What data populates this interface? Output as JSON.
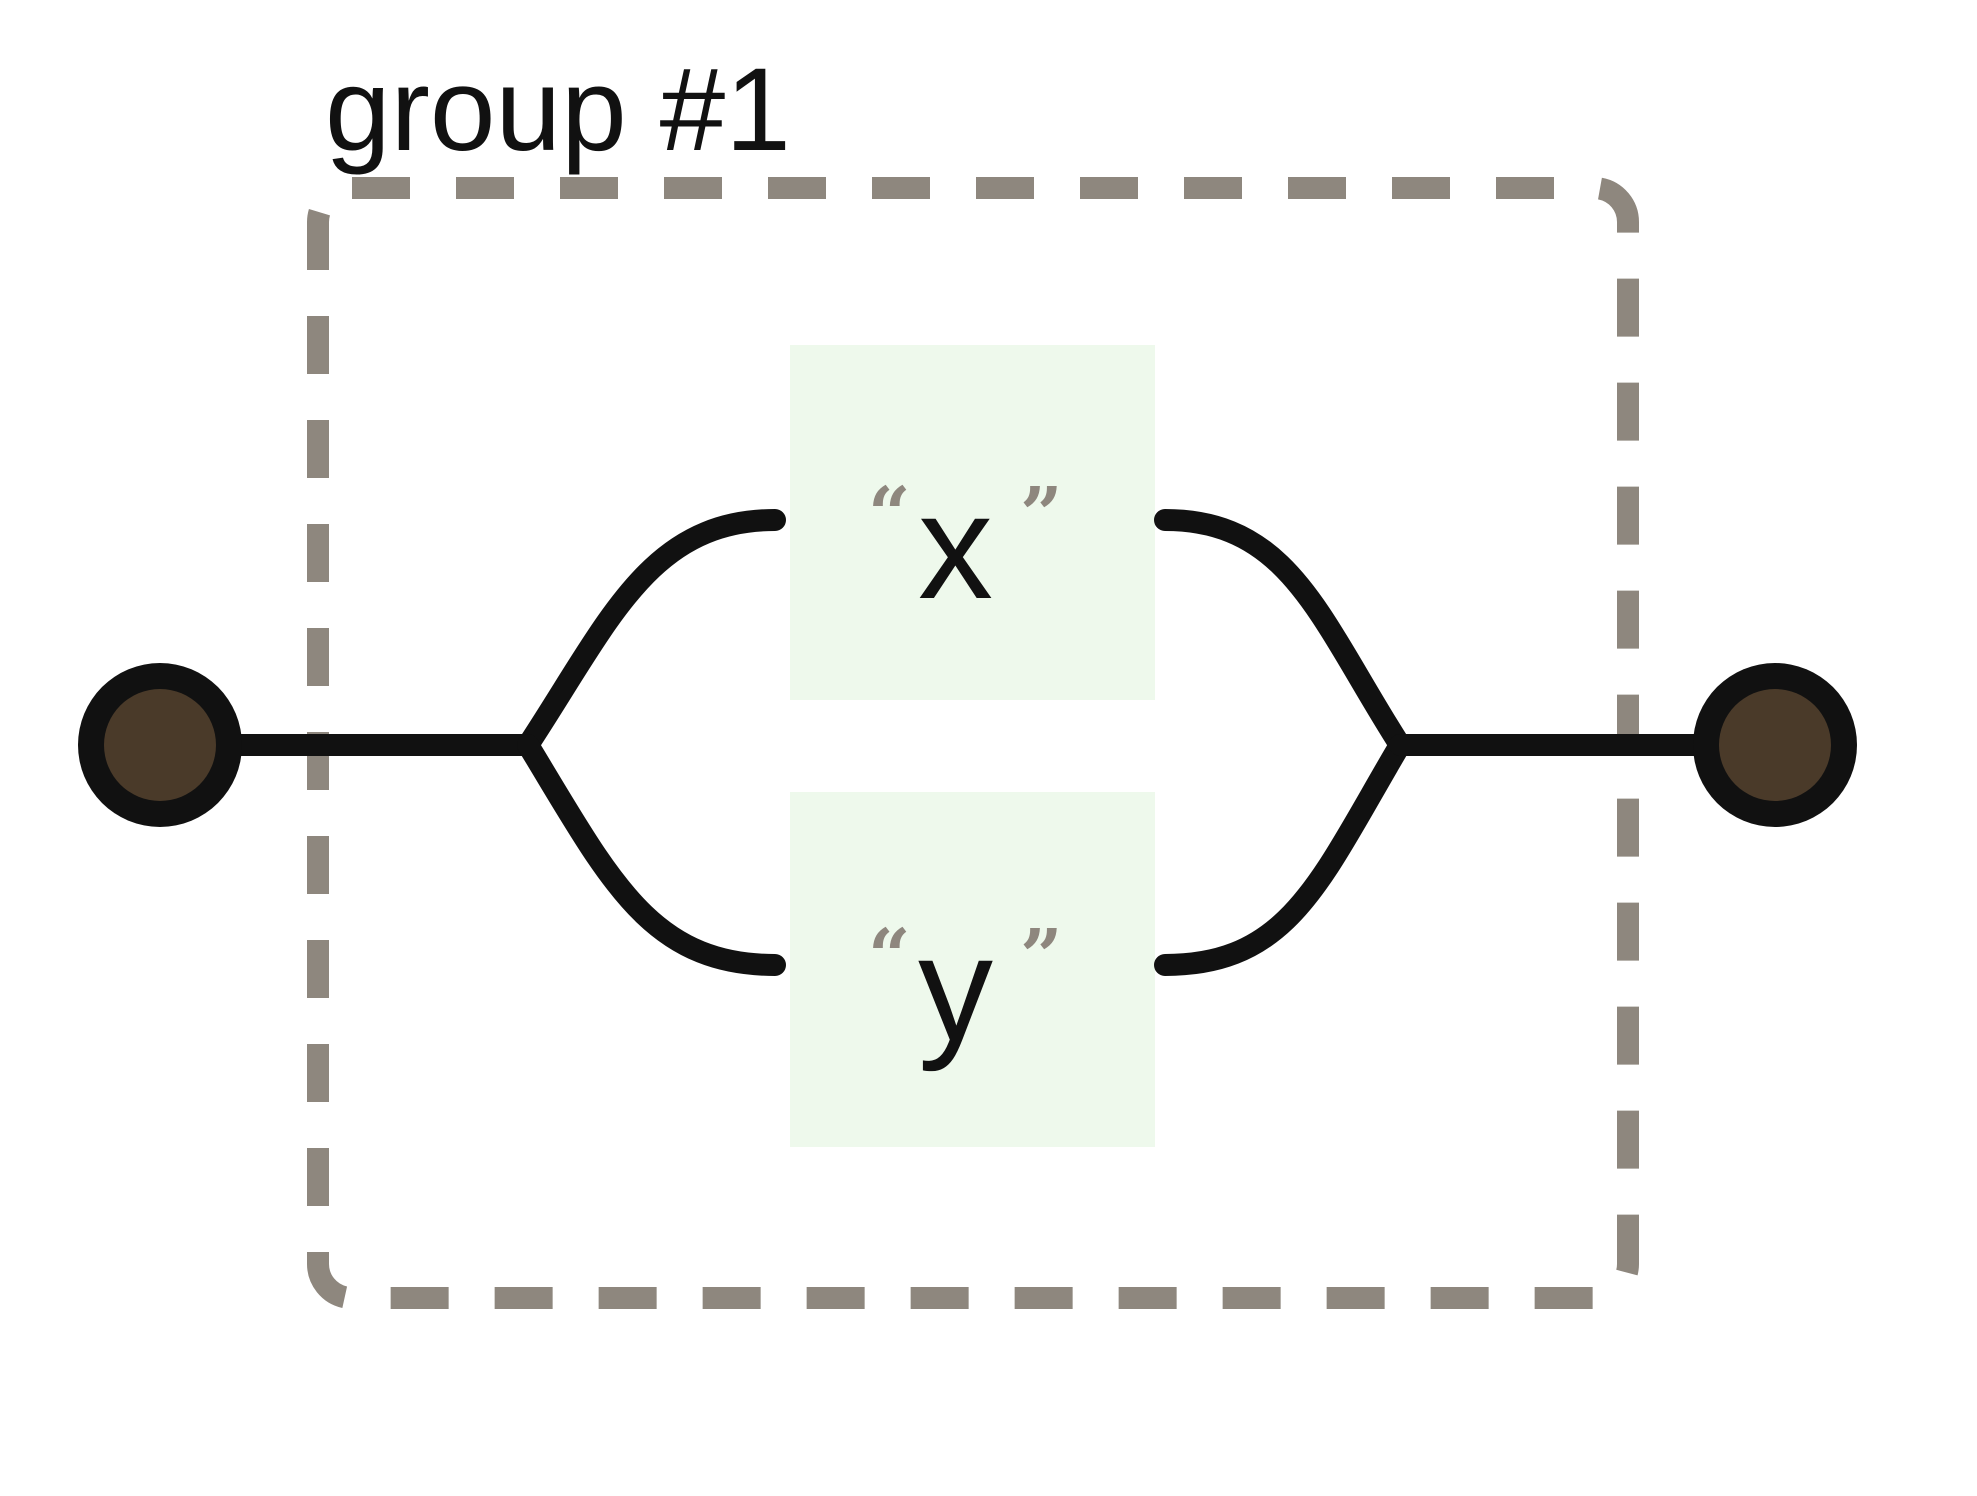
{
  "group": {
    "title": "group #1"
  },
  "nodes": [
    {
      "id": "x",
      "open_quote": "“",
      "label": "x",
      "close_quote": "”"
    },
    {
      "id": "y",
      "open_quote": "“",
      "label": "y",
      "close_quote": "”"
    }
  ],
  "terminals": [
    "start",
    "end"
  ],
  "colors": {
    "box_border": "#8e877e",
    "node_fill": "#eef9ec",
    "line": "#111111",
    "terminal_fill": "#4a3a29",
    "terminal_ring": "#111111"
  }
}
